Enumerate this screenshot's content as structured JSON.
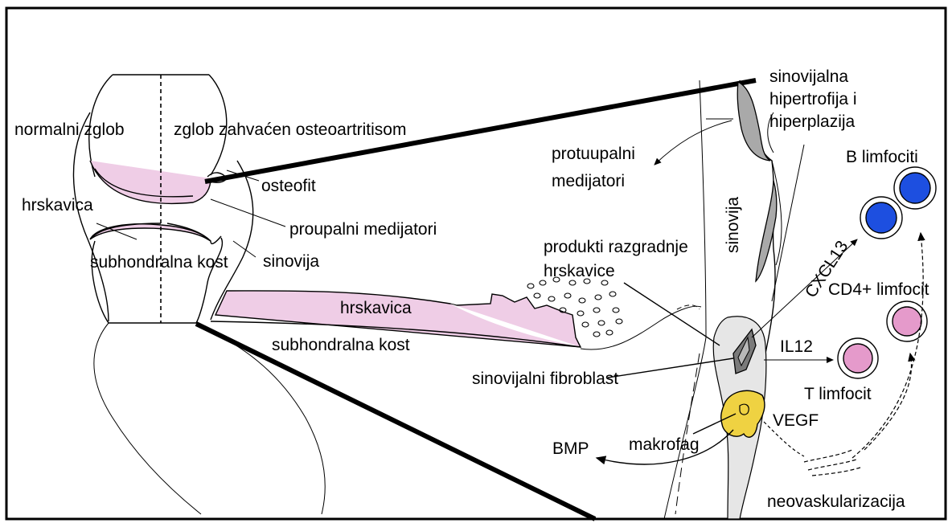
{
  "labels": {
    "normal_joint": "normalni zglob",
    "oa_joint": "zglob zahvaćen osteoartritisom",
    "osteophyte": "osteofit",
    "cartilage_left": "hrskavica",
    "proinflammatory": "proupalni medijatori",
    "subchondral_left": "subhondralna kost",
    "synovium_left": "sinovija",
    "synovial_hyper_1": "sinovijalna",
    "synovial_hyper_2": "hipertrofija i",
    "synovial_hyper_3": "hiperplazija",
    "anti_mediators_1": "protuupalni",
    "anti_mediators_2": "medijatori",
    "synovium_vertical": "sinovija",
    "b_cells": "B limfociti",
    "degradation_1": "produkti razgradnje",
    "degradation_2": "hrskavice",
    "cxcl13": "CXCL13",
    "cd4": "CD4+ limfocit",
    "cartilage_zoom": "hrskavica",
    "subchondral_zoom": "subhondralna kost",
    "il12": "IL12",
    "t_cell": "T limfocit",
    "fibroblast": "sinovijalni fibroblast",
    "vegf": "VEGF",
    "macrophage": "makrofag",
    "bmp": "BMP",
    "neovasc": "neovaskularizacija"
  },
  "colors": {
    "cartilage": "#efcde6",
    "synovium_fill": "#e6e6e6",
    "synovium_dark": "#a9a9a9",
    "b_cell": "#1d4fe0",
    "t_cell": "#e59acb",
    "macrophage": "#efd242"
  }
}
